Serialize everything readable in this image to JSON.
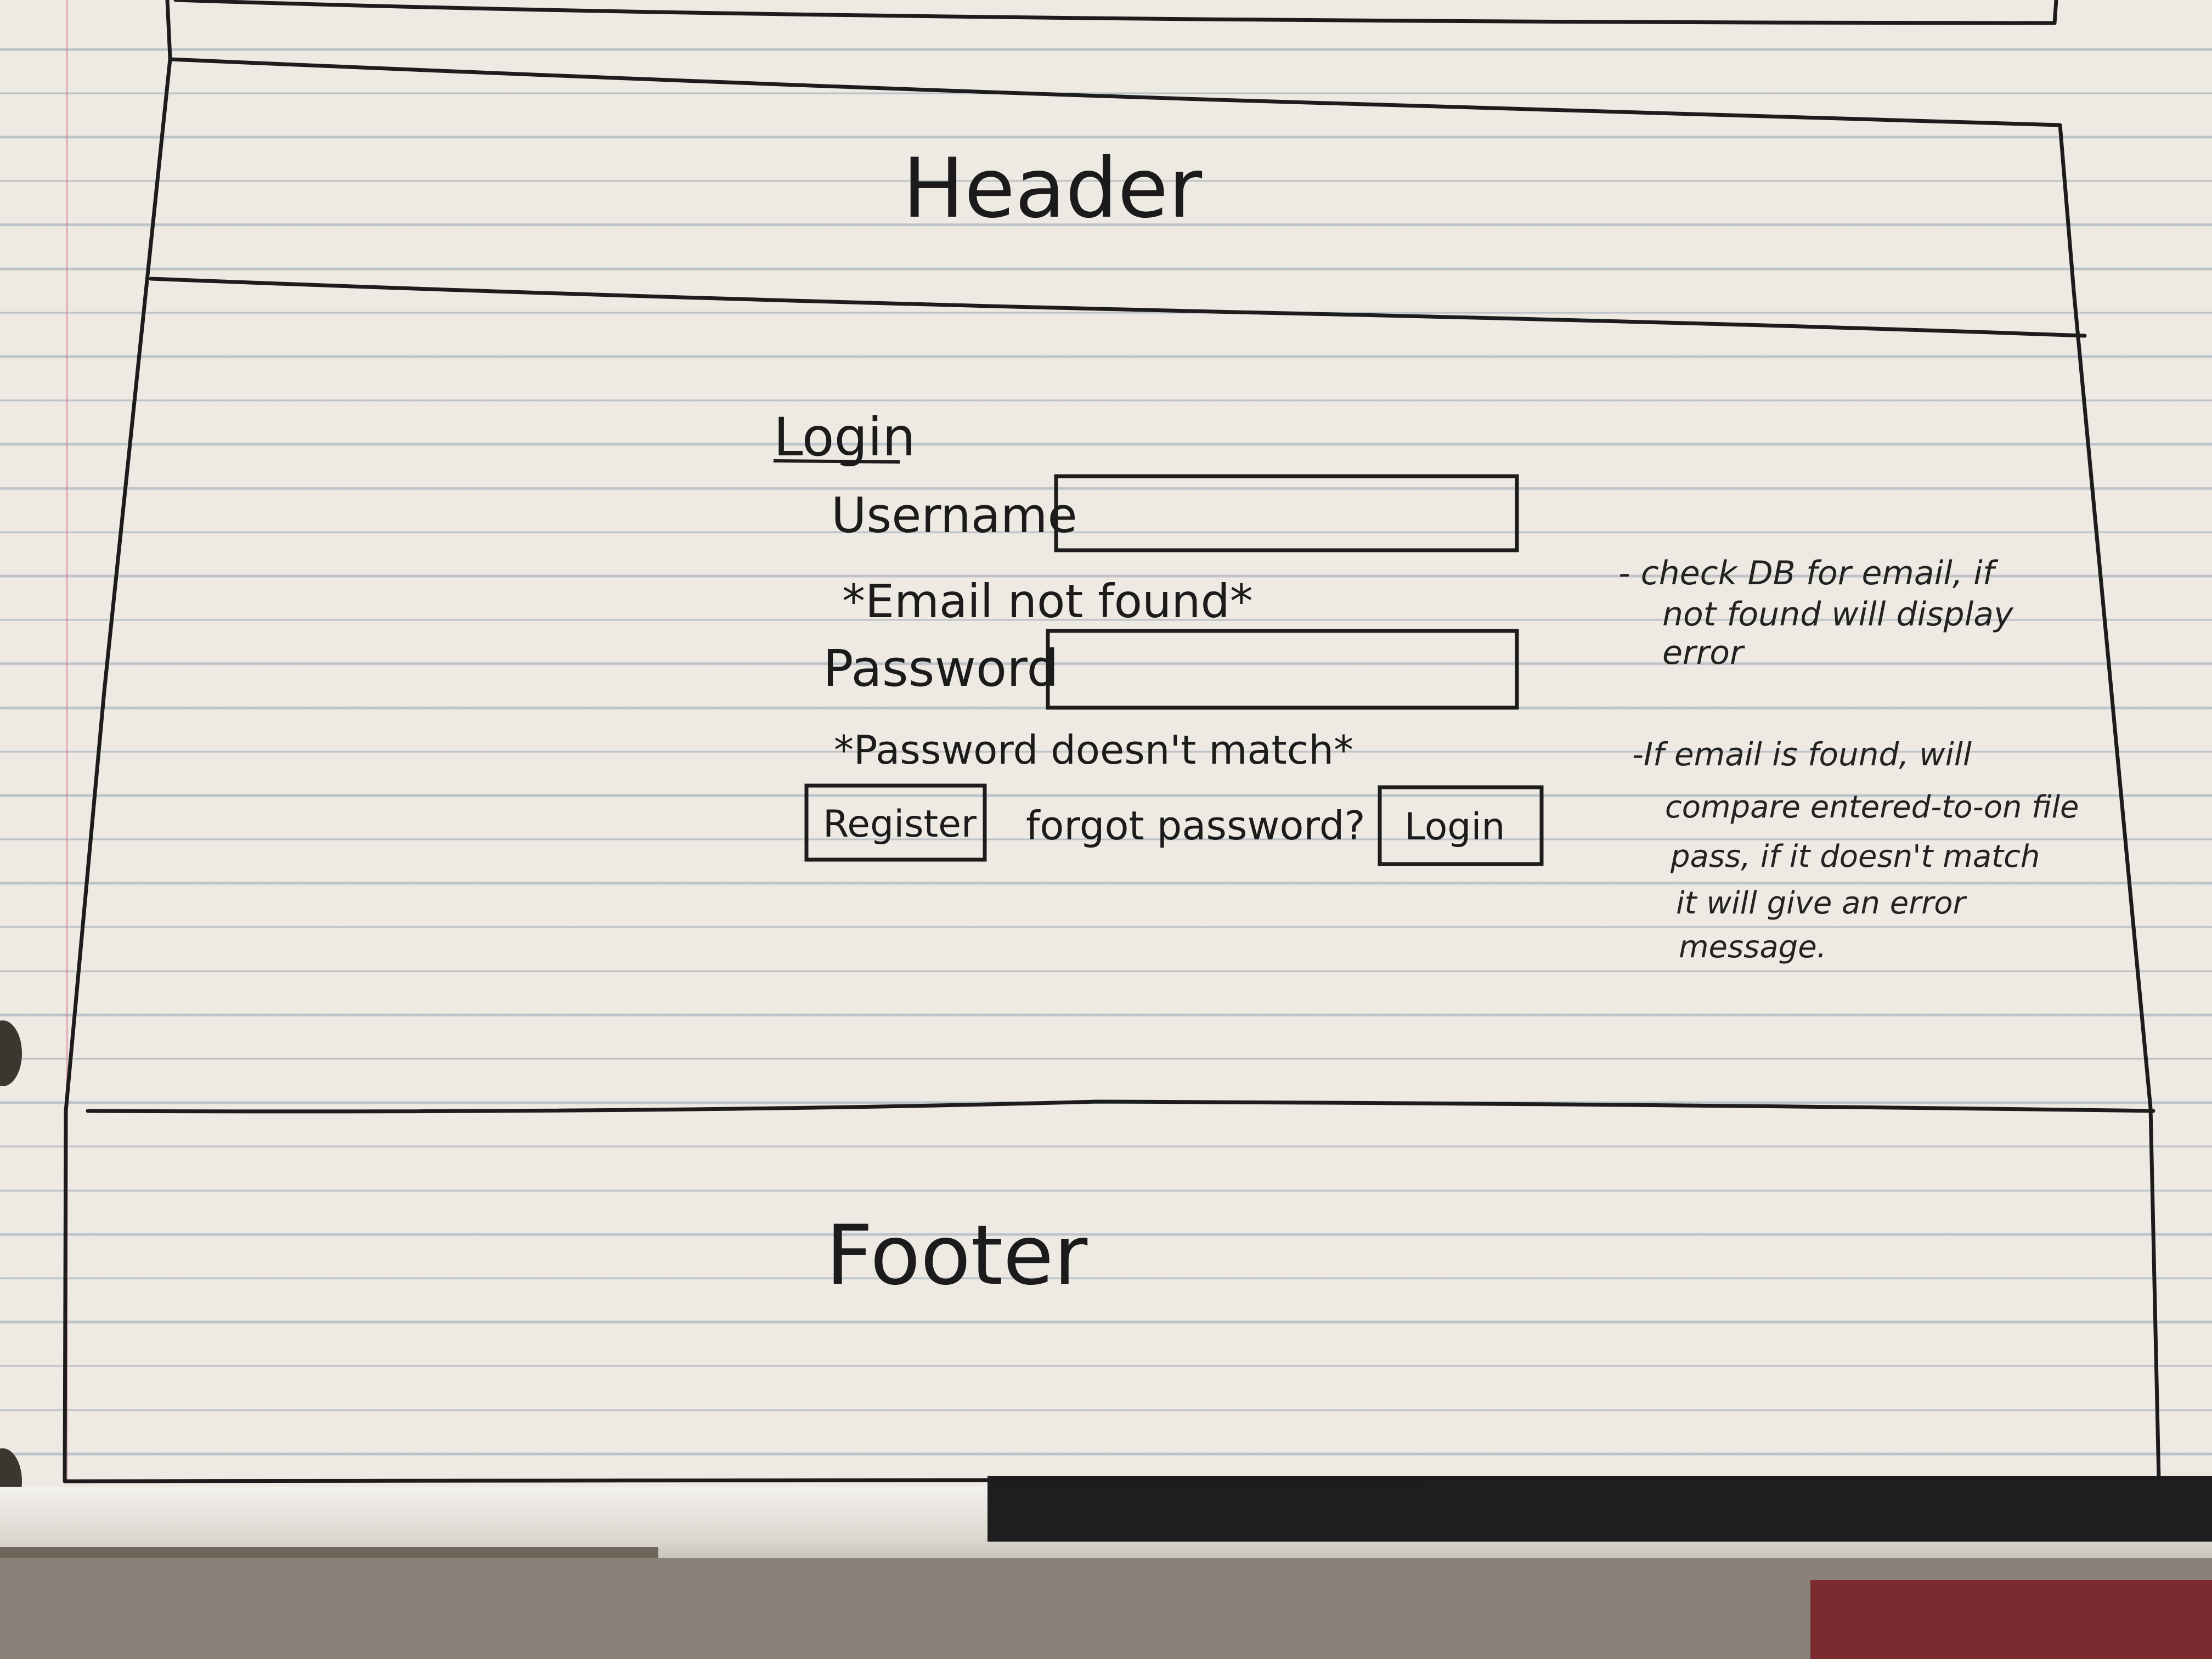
{
  "header": {
    "label": "Header"
  },
  "login": {
    "title": "Login",
    "username_label": "Username",
    "username_value": "",
    "username_error": "*Email not found*",
    "password_label": "Password",
    "password_value": "",
    "password_error": "*Password doesn't match*",
    "register_button": "Register",
    "forgot_link": "forgot password?",
    "login_button": "Login"
  },
  "notes": {
    "note1": [
      "- check DB for email, if",
      "not found will display",
      "error"
    ],
    "note2": [
      "-If email is found, will",
      "compare entered-to-on file",
      "pass, if it doesn't match",
      "it will give an error",
      "message."
    ]
  },
  "footer": {
    "label": "Footer"
  }
}
